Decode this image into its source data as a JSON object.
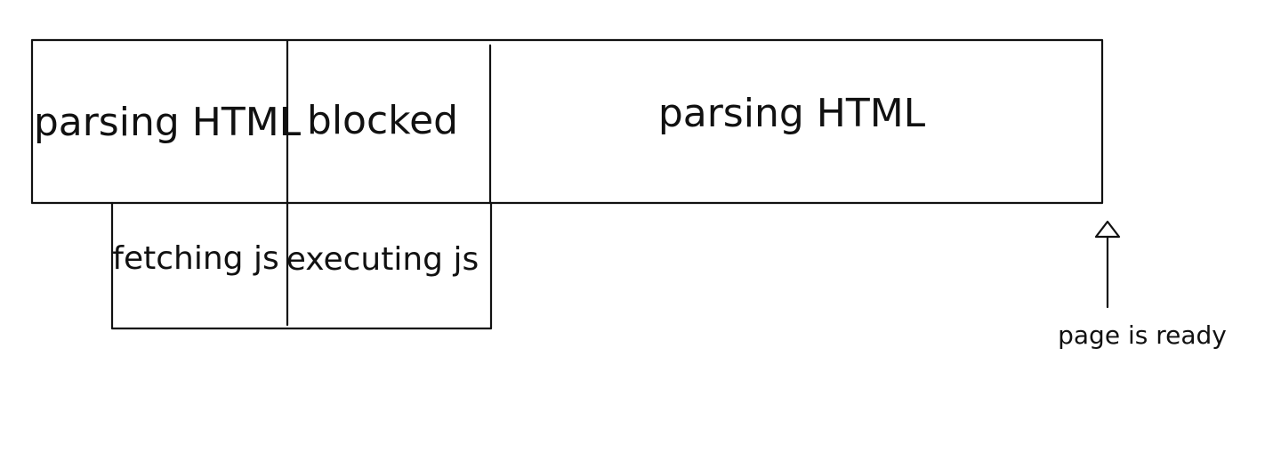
{
  "timeline": {
    "main_row": {
      "segment_1": "parsing HTML",
      "segment_2": "blocked",
      "segment_3": "parsing HTML"
    },
    "script_row": {
      "segment_1": "fetching js",
      "segment_2": "executing js"
    },
    "marker": {
      "label": "page is ready",
      "icon": "arrow-up-icon"
    }
  }
}
